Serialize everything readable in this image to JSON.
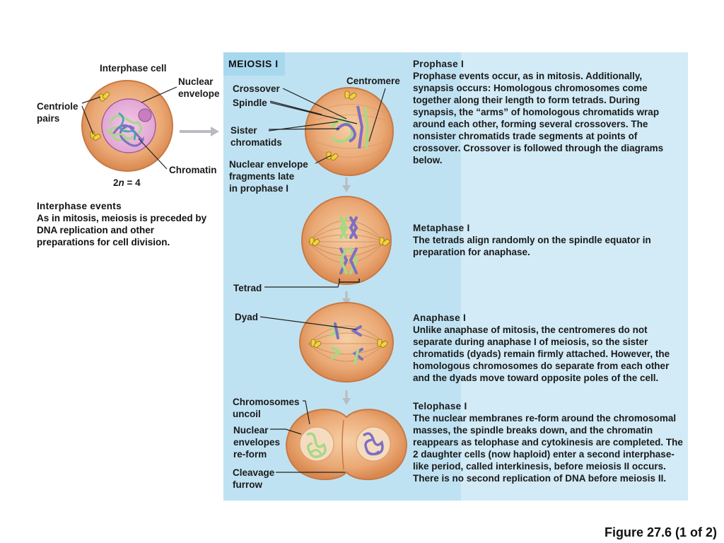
{
  "meiosis_tab": "MEIOSIS I",
  "interphase": {
    "title_label": "Interphase cell",
    "nuclear_envelope": "Nuclear\nenvelope",
    "centriole_pairs": "Centriole\npairs",
    "chromatin": "Chromatin",
    "ploidy_prefix": "2",
    "ploidy_var": "n",
    "ploidy_suffix": " = 4",
    "events_heading": "Interphase events",
    "events_text": "As in mitosis, meiosis is preceded by DNA replication and other preparations for cell division."
  },
  "diagram_labels": {
    "centromere": "Centromere",
    "crossover": "Crossover",
    "spindle": "Spindle",
    "sister_chromatids": "Sister\nchromatids",
    "nuclear_envelope_fragments": "Nuclear envelope\nfragments late\nin prophase I",
    "tetrad": "Tetrad",
    "dyad": "Dyad",
    "chromosomes_uncoil": "Chromosomes\nuncoil",
    "nuclear_envelopes_reform": "Nuclear\nenvelopes\nre-form",
    "cleavage_furrow": "Cleavage\nfurrow"
  },
  "stages": [
    {
      "heading": "Prophase I",
      "text": "Prophase events occur, as in mitosis. Additionally, synapsis occurs: Homologous chromosomes come together along their length to form tetrads. During synapsis, the “arms” of homologous chromatids wrap around each other, forming several crossovers. The nonsister chromatids trade segments at points of crossover. Crossover is followed through the diagrams below."
    },
    {
      "heading": "Metaphase I",
      "text": "The tetrads align randomly on the spindle equator in preparation for anaphase."
    },
    {
      "heading": "Anaphase I",
      "text": "Unlike anaphase of mitosis, the centromeres do not separate during anaphase I of meiosis, so the sister chromatids (dyads) remain firmly attached. However, the homologous chromosomes do separate from each other and the dyads move toward opposite poles of the cell."
    },
    {
      "heading": "Telophase I",
      "text": "The nuclear membranes re-form around the chromosomal masses, the spindle breaks down, and the chromatin reappears as telophase and cytokinesis are completed. The 2 daughter cells (now haploid) enter a second interphase-like period, called interkinesis, before meiosis II occurs. There is no second replication of DNA before meiosis II."
    }
  ],
  "figure_caption": "Figure 27.6 (1 of 2)",
  "colors": {
    "panel_bg": "#d2ebf6",
    "panel_left_bg": "#bfe2f2",
    "cell_fill": "#e8a873",
    "cell_edge": "#c77a45",
    "chromatid_green": "#a6d886",
    "chromatid_purple": "#7d6fc2",
    "centriole_yellow": "#f3d23c"
  },
  "icons": [
    "interphase-cell-icon",
    "prophase-cell-icon",
    "metaphase-cell-icon",
    "anaphase-cell-icon",
    "telophase-cell-icon",
    "right-arrow-icon",
    "down-arrow-icon"
  ]
}
